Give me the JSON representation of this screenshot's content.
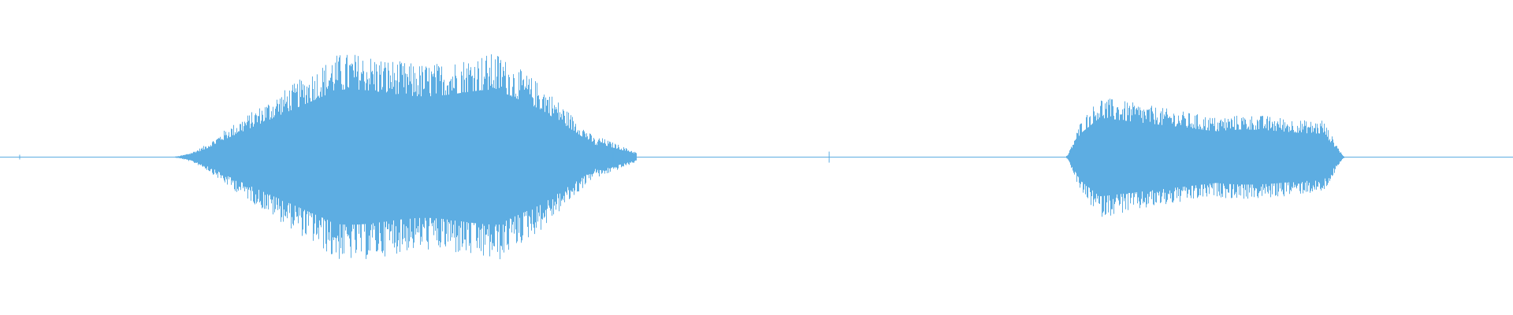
{
  "waveform": {
    "color": "#5dade2",
    "background": "#ffffff",
    "segments": [
      {
        "name": "segment-1",
        "start": 0.11,
        "end": 0.42,
        "peak": 0.55
      },
      {
        "name": "segment-2",
        "start": 0.705,
        "end": 0.888,
        "peak": 0.32
      }
    ]
  }
}
